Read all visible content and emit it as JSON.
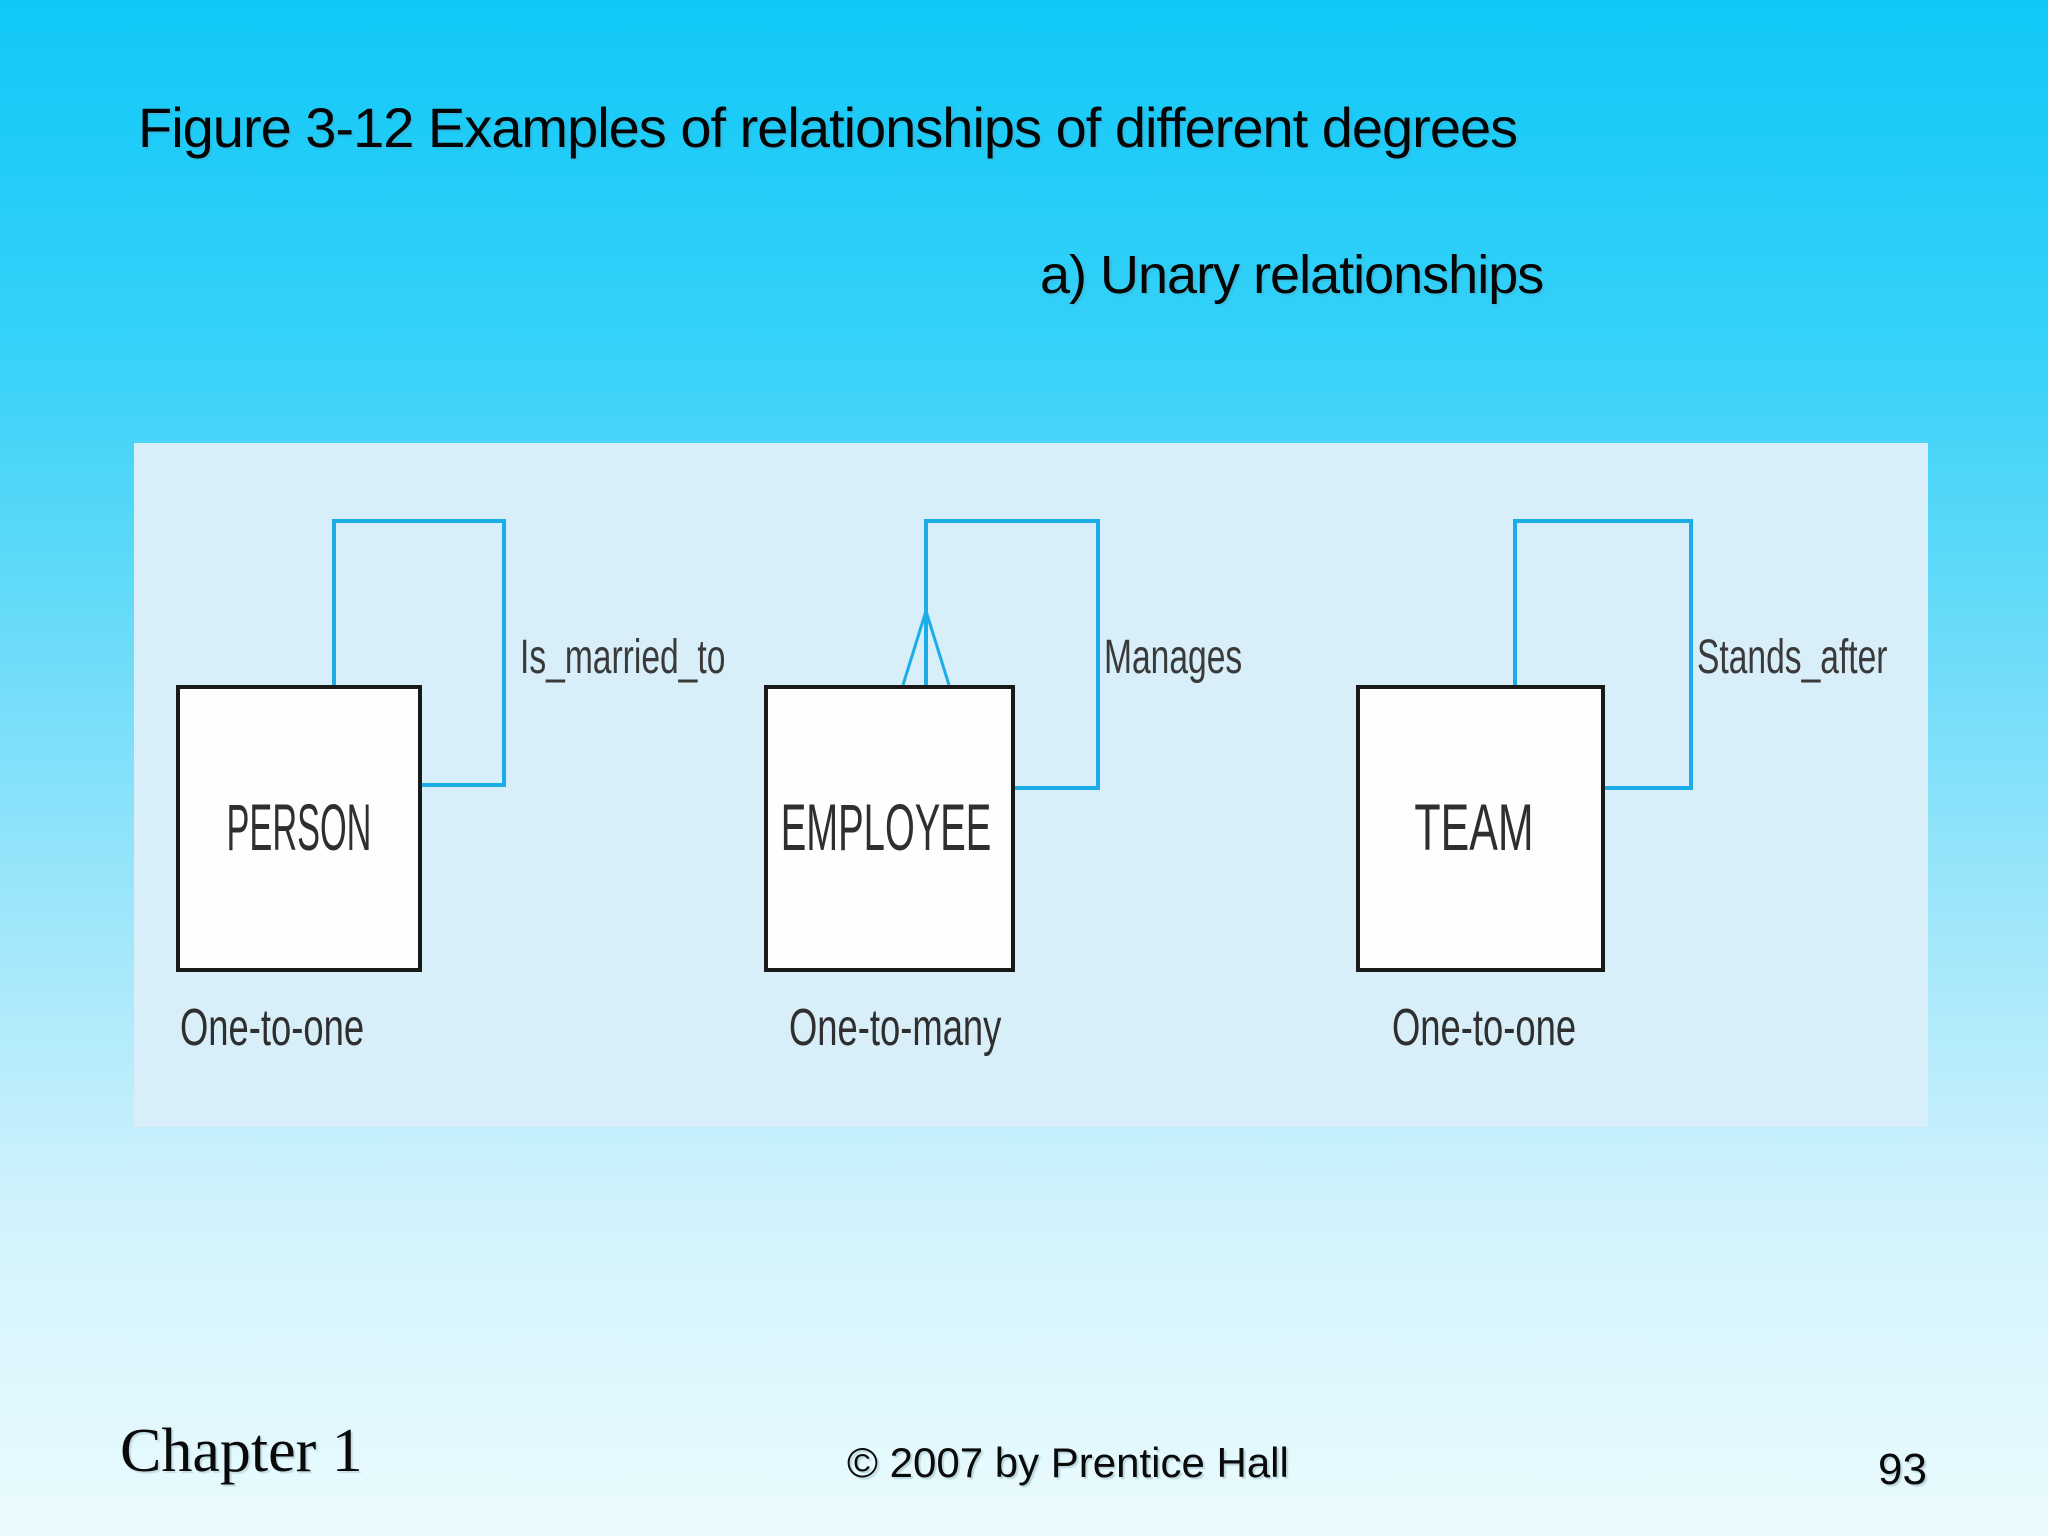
{
  "slide": {
    "title": "Figure 3-12 Examples of relationships of different degrees",
    "subtitle": "a) Unary relationships"
  },
  "diagram": {
    "entities": [
      {
        "name": "PERSON",
        "relationship": "Is_married_to",
        "cardinality": "One-to-one",
        "many_side": false
      },
      {
        "name": "EMPLOYEE",
        "relationship": "Manages",
        "cardinality": "One-to-many",
        "many_side": true
      },
      {
        "name": "TEAM",
        "relationship": "Stands_after",
        "cardinality": "One-to-one",
        "many_side": false
      }
    ]
  },
  "footer": {
    "chapter": "Chapter 1",
    "copyright": "© 2007 by Prentice Hall",
    "page_number": "93"
  },
  "colors": {
    "background_top": "#10c8f8",
    "background_bottom": "#eafbfe",
    "panel": "#d8eef9",
    "connector": "#1bade8",
    "entity_border": "#191919",
    "entity_fill": "#fefefe",
    "text": "#050505"
  }
}
